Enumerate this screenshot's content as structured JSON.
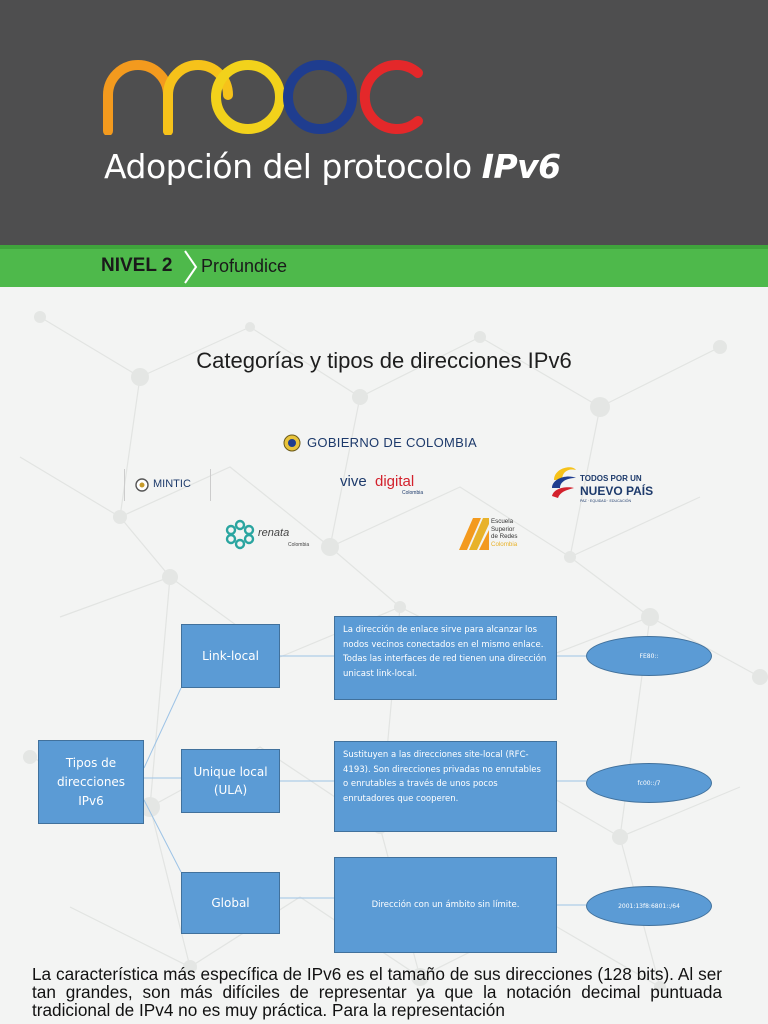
{
  "header": {
    "logo_alt": "mooc",
    "subtitle_plain": "Adopción del protocolo ",
    "subtitle_emph": "IPv6"
  },
  "level": {
    "number": "NIVEL 2",
    "name": "Profundice"
  },
  "document": {
    "title": "Categorías y tipos de direcciones IPv6",
    "logos": {
      "gobierno": "GOBIERNO DE COLOMBIA",
      "mintic": "MINTIC",
      "vive_a": "vive ",
      "vive_b": "digital",
      "vive_sub": "Colombia",
      "todos_1": "TODOS POR UN",
      "todos_2": "NUEVO PAÍS",
      "todos_3": "PAZ · EQUIDAD · EDUCACIÓN",
      "renata": "renata",
      "renata_sub": "Colombia",
      "escuela_1": "Escuela",
      "escuela_2": "Superior",
      "escuela_3": "de Redes",
      "escuela_4": "Colombia"
    },
    "diagram": {
      "root": "Tipos de direcciones IPv6",
      "types": [
        {
          "label": "Link-local",
          "desc": "La dirección de enlace sirve para alcanzar los nodos vecinos conectados en el mismo enlace. Todas las interfaces de red tienen una dirección unicast link-local.",
          "prefix": "FE80::"
        },
        {
          "label": "Unique local (ULA)",
          "desc": "Sustituyen a las direcciones site-local (RFC-4193). Son direcciones privadas no enrutables o enrutables a través de unos pocos enrutadores que cooperen.",
          "prefix": "fc00::/7"
        },
        {
          "label": "Global",
          "desc": "Dirección con un ámbito sin límite.",
          "prefix": "2001:13f8:6801::/64"
        }
      ]
    },
    "paragraph": "La característica más específica de IPv6 es el tamaño de sus direcciones (128 bits). Al ser tan grandes, son más difíciles de representar ya que la notación decimal puntuada tradicional de IPv4 no es muy práctica. Para la representación"
  },
  "colors": {
    "header_bg": "#4e4e4f",
    "level_bar": "#4eb94b",
    "box_fill": "#5b9bd5",
    "box_border": "#41719c"
  }
}
